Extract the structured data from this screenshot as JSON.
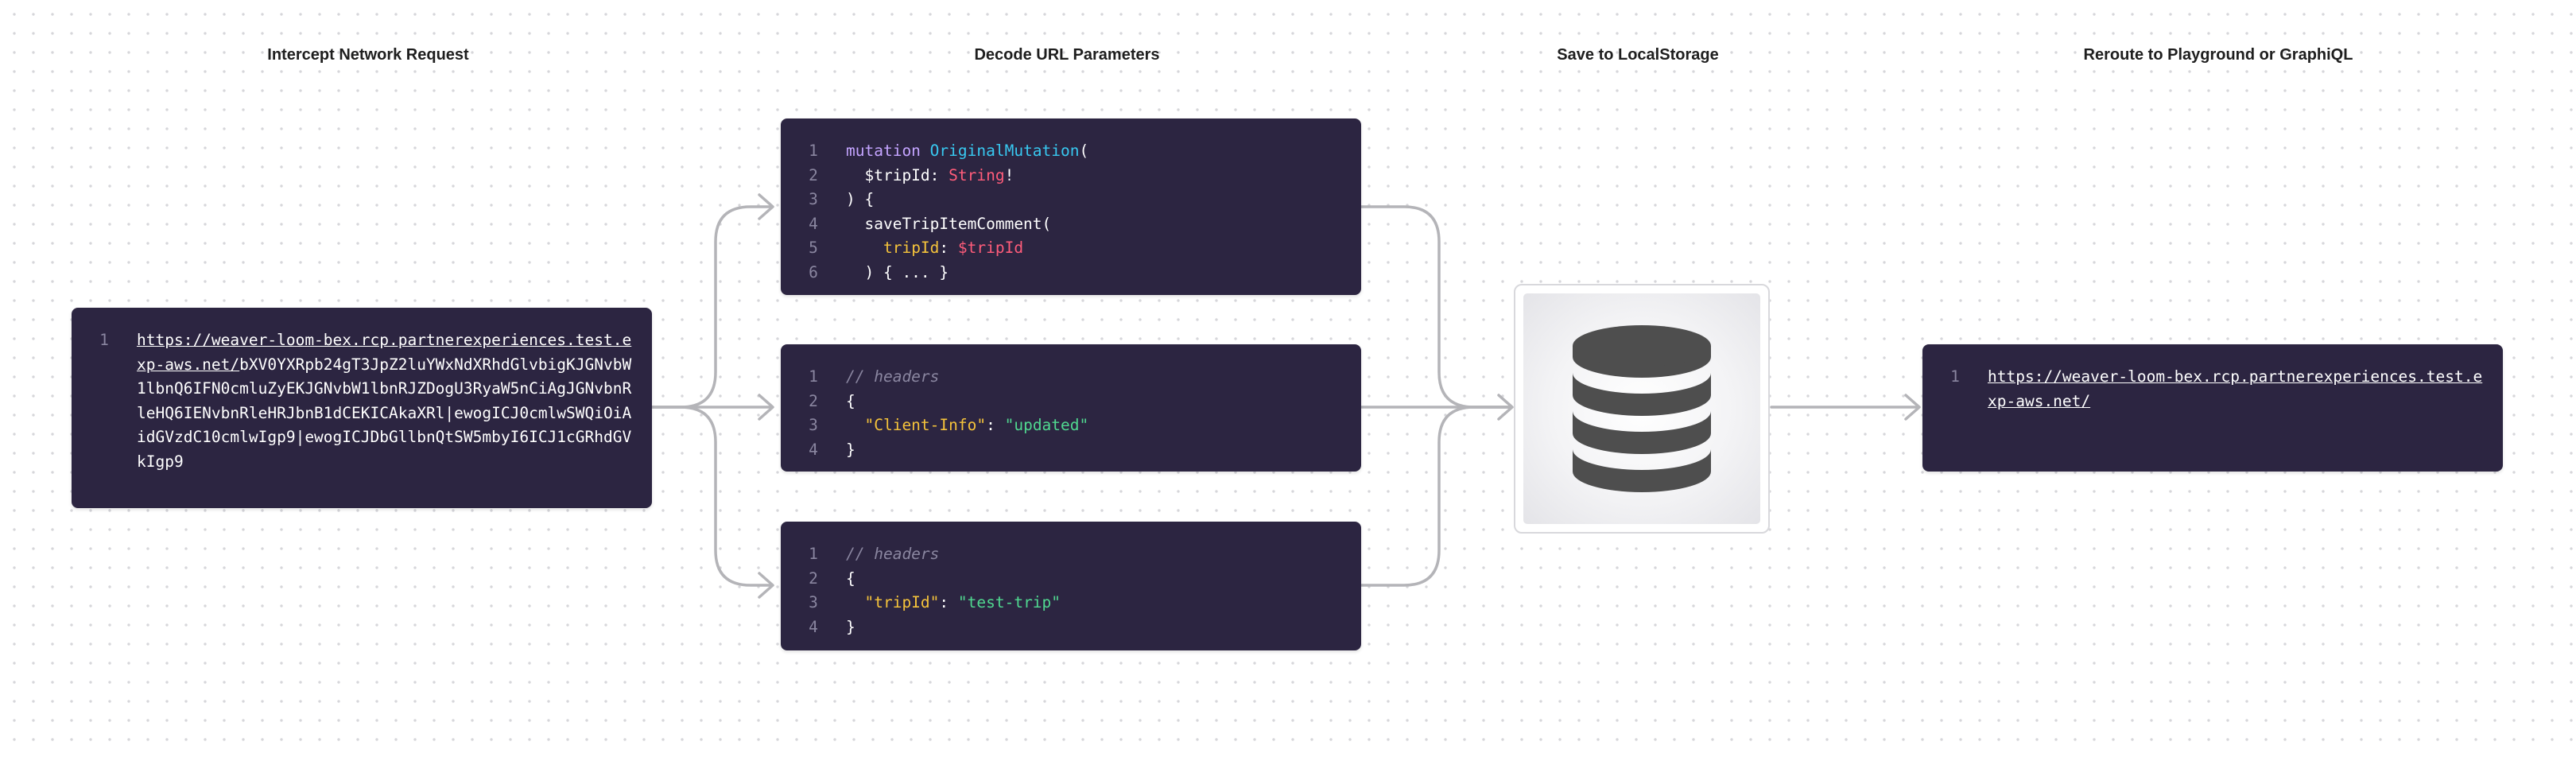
{
  "stages": [
    {
      "title": "Intercept Network Request"
    },
    {
      "title": "Decode URL Parameters"
    },
    {
      "title": "Save to LocalStorage"
    },
    {
      "title": "Reroute to Playground or GraphiQL"
    }
  ],
  "request_card": {
    "line_number": "1",
    "url": "https://weaver-loom-bex.rcp.partnerexperiences.test.exp-aws.net/",
    "encoded_payload": "bXV0YXRpb24gT3JpZ2luYWxNdXRhdGlvbigKJGNvbW1lbnQ6IFN0cmluZyEKJGNvbW1lbnRJZDogU3RyaW5nCiAgJGNvbnRleHQ6IENvbnRleHRJbnB1dCEKICAkaXRl|ewogICJ0cmlwSWQiOiAidGVzdC10cmlwIgp9|ewogICJDbGllbnQtSW5mbyI6ICJ1cGRhdGVkIgp9"
  },
  "mutation_card": {
    "lines": [
      {
        "n": "1",
        "keyword": "mutation",
        "name": "OriginalMutation",
        "punct": "("
      },
      {
        "n": "2",
        "indent": "  ",
        "var": "$tripId",
        "colon": ": ",
        "type": "String",
        "bang": "!"
      },
      {
        "n": "3",
        "text": ") {"
      },
      {
        "n": "4",
        "text": "  saveTripItemComment("
      },
      {
        "n": "5",
        "indent": "    ",
        "arg": "tripId",
        "colon": ": ",
        "var": "$tripId"
      },
      {
        "n": "6",
        "text": "  ) { ... }"
      }
    ]
  },
  "headers_card": {
    "lines": [
      {
        "n": "1",
        "comment": "// headers"
      },
      {
        "n": "2",
        "text": "{"
      },
      {
        "n": "3",
        "indent": "  ",
        "key": "\"Client-Info\"",
        "colon": ": ",
        "value": "\"updated\""
      },
      {
        "n": "4",
        "text": "}"
      }
    ]
  },
  "variables_card": {
    "lines": [
      {
        "n": "1",
        "comment": "// headers"
      },
      {
        "n": "2",
        "text": "{"
      },
      {
        "n": "3",
        "indent": "  ",
        "key": "\"tripId\"",
        "colon": ": ",
        "value": "\"test-trip\""
      },
      {
        "n": "4",
        "text": "}"
      }
    ]
  },
  "storage_icon": "database-icon",
  "reroute_card": {
    "line_number": "1",
    "url": "https://weaver-loom-bex.rcp.partnerexperiences.test.exp-aws.net/"
  },
  "colors": {
    "card_bg": "#2c2541",
    "keyword": "#c4a4ff",
    "function": "#38c8f0",
    "variable": "#ff5c7a",
    "property": "#f5c33b",
    "string": "#50d890",
    "comment": "#8a86a0",
    "connector": "#b4b4b8"
  }
}
